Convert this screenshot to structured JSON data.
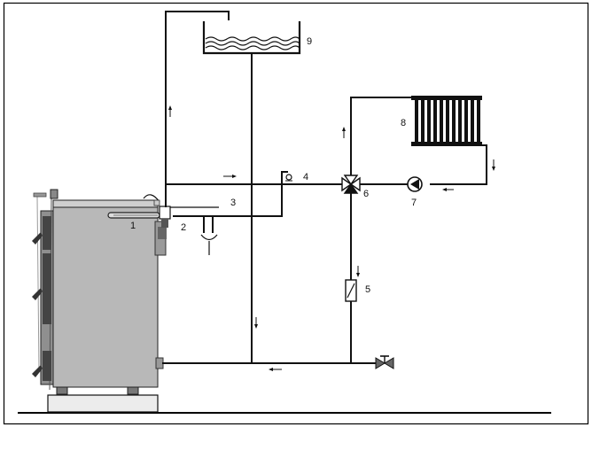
{
  "labels": {
    "l1": "1",
    "l2": "2",
    "l3": "3",
    "l4": "4",
    "l5": "5",
    "l6": "6",
    "l7": "7",
    "l8": "8",
    "l9": "9"
  },
  "colors": {
    "boiler_body": "#b8b8b8",
    "boiler_shade": "#8f8f8f",
    "boiler_dark": "#444444",
    "pipe": "#111111",
    "frame": "#000000"
  }
}
